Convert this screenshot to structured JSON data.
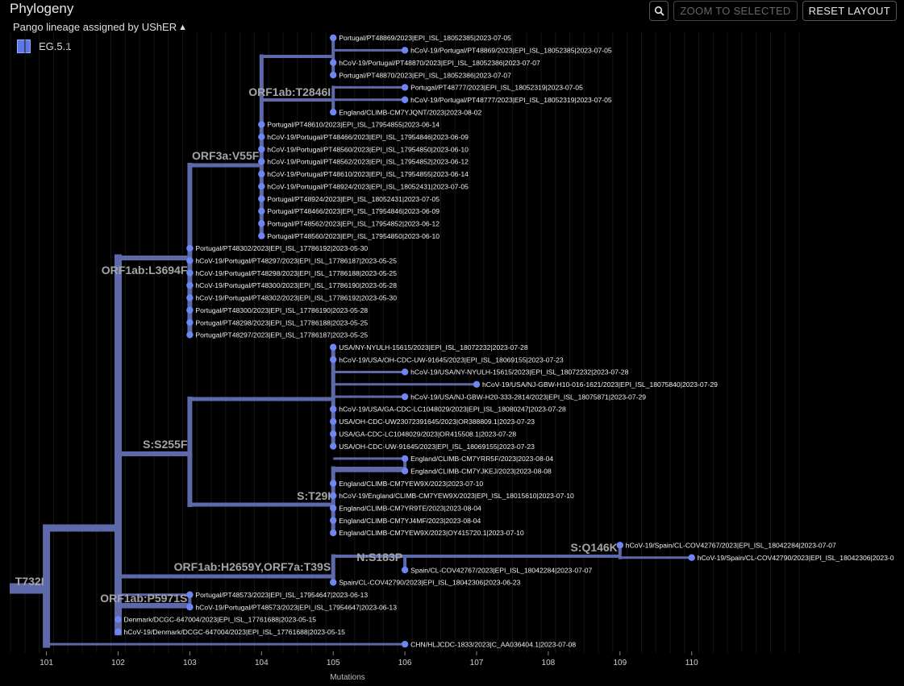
{
  "panel": {
    "title": "Phylogeny"
  },
  "lineage": {
    "header": "Pango lineage assigned by UShER",
    "legend": [
      {
        "label": "EG.5.1",
        "color": "#5b78e8"
      }
    ]
  },
  "toolbar": {
    "zoom_icon": "magnifier-icon",
    "zoom_selected": "ZOOM TO SELECTED",
    "reset_layout": "RESET LAYOUT"
  },
  "axis": {
    "title": "Mutations",
    "ticks": [
      "101",
      "102",
      "103",
      "104",
      "105",
      "106",
      "107",
      "108",
      "109",
      "110"
    ]
  },
  "colors": {
    "branch": "#5d69a8",
    "node": "#6f86f2",
    "label": "#a5a5a5"
  },
  "mutations": [
    "T732I",
    "ORF1ab:L3694F",
    "ORF3a:V55F",
    "ORF1ab:T2846I",
    "S:S255F",
    "S:T29I",
    "ORF1ab:H2659Y,ORF7a:T39S",
    "N:S183P",
    "S:Q146K",
    "ORF1ab:P5971S"
  ],
  "leaves": [
    "Portugal/PT48869/2023|EPI_ISL_18052385|2023-07-05",
    "hCoV-19/Portugal/PT48869/2023|EPI_ISL_18052385|2023-07-05",
    "hCoV-19/Portugal/PT48870/2023|EPI_ISL_18052386|2023-07-07",
    "Portugal/PT48870/2023|EPI_ISL_18052386|2023-07-07",
    "Portugal/PT48777/2023|EPI_ISL_18052319|2023-07-05",
    "hCoV-19/Portugal/PT48777/2023|EPI_ISL_18052319|2023-07-05",
    "England/CLIMB-CM7YJQNT/2023|2023-08-02",
    "Portugal/PT48610/2023|EPI_ISL_17954855|2023-06-14",
    "hCoV-19/Portugal/PT48466/2023|EPI_ISL_17954846|2023-06-09",
    "hCoV-19/Portugal/PT48560/2023|EPI_ISL_17954850|2023-06-10",
    "hCoV-19/Portugal/PT48562/2023|EPI_ISL_17954852|2023-06-12",
    "hCoV-19/Portugal/PT48610/2023|EPI_ISL_17954855|2023-06-14",
    "hCoV-19/Portugal/PT48924/2023|EPI_ISL_18052431|2023-07-05",
    "Portugal/PT48924/2023|EPI_ISL_18052431|2023-07-05",
    "Portugal/PT48466/2023|EPI_ISL_17954846|2023-06-09",
    "Portugal/PT48562/2023|EPI_ISL_17954852|2023-06-12",
    "Portugal/PT48560/2023|EPI_ISL_17954850|2023-06-10",
    "Portugal/PT48302/2023|EPI_ISL_17786192|2023-05-30",
    "hCoV-19/Portugal/PT48297/2023|EPI_ISL_17786187|2023-05-25",
    "hCoV-19/Portugal/PT48298/2023|EPI_ISL_17786188|2023-05-25",
    "hCoV-19/Portugal/PT48300/2023|EPI_ISL_17786190|2023-05-28",
    "hCoV-19/Portugal/PT48302/2023|EPI_ISL_17786192|2023-05-30",
    "Portugal/PT48300/2023|EPI_ISL_17786190|2023-05-28",
    "Portugal/PT48298/2023|EPI_ISL_17786188|2023-05-25",
    "Portugal/PT48297/2023|EPI_ISL_17786187|2023-05-25",
    "USA/NY-NYULH-15615/2023|EPI_ISL_18072232|2023-07-28",
    "hCoV-19/USA/OH-CDC-UW-91645/2023|EPI_ISL_18069155|2023-07-23",
    "hCoV-19/USA/NY-NYULH-15615/2023|EPI_ISL_18072232|2023-07-28",
    "hCoV-19/USA/NJ-GBW-H10-016-1621/2023|EPI_ISL_18075840|2023-07-29",
    "hCoV-19/USA/NJ-GBW-H20-333-2814/2023|EPI_ISL_18075871|2023-07-29",
    "hCoV-19/USA/GA-CDC-LC1048029/2023|EPI_ISL_18080247|2023-07-28",
    "USA/OH-CDC-UW23072391645/2023|OR388809.1|2023-07-23",
    "USA/GA-CDC-LC1048029/2023|OR415508.1|2023-07-28",
    "USA/OH-CDC-UW-91645/2023|EPI_ISL_18069155|2023-07-23",
    "England/CLIMB-CM7YRR5F/2023|2023-08-04",
    "England/CLIMB-CM7YJKEJ/2023|2023-08-08",
    "England/CLIMB-CM7YEW9X/2023|2023-07-10",
    "hCoV-19/England/CLIMB-CM7YEW9X/2023|EPI_ISL_18015610|2023-07-10",
    "England/CLIMB-CM7YR9TE/2023|2023-08-04",
    "England/CLIMB-CM7YJ4MF/2023|2023-08-04",
    "England/CLIMB-CM7YEW9X/2023|OY415720.1|2023-07-10",
    "hCoV-19/Spain/CL-COV42767/2023|EPI_ISL_18042284|2023-07-07",
    "hCoV-19/Spain/CL-COV42790/2023|EPI_ISL_18042306|2023-0",
    "Spain/CL-COV42767/2023|EPI_ISL_18042284|2023-07-07",
    "Spain/CL-COV42790/2023|EPI_ISL_18042306|2023-06-23",
    "Portugal/PT48573/2023|EPI_ISL_17954647|2023-06-13",
    "hCoV-19/Portugal/PT48573/2023|EPI_ISL_17954647|2023-06-13",
    "Denmark/DCGC-647004/2023|EPI_ISL_17761688|2023-05-15",
    "hCoV-19/Denmark/DCGC-647004/2023|EPI_ISL_17761688|2023-05-15",
    "CHN/HLJCDC-1833/2023|C_AA036404.1|2023-07-08"
  ]
}
